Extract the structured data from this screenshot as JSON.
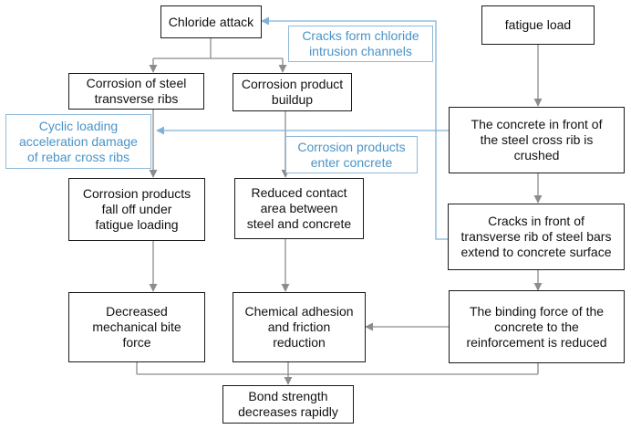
{
  "boxes": {
    "chloride_attack": "Chloride attack",
    "fatigue_load": "fatigue load",
    "corrosion_ribs": "Corrosion of steel\ntransverse ribs",
    "corrosion_buildup": "Corrosion product\nbuildup",
    "concrete_crushed": "The concrete in front of\nthe steel cross rib is\ncrushed",
    "products_fall_off": "Corrosion products\nfall off under\nfatigue loading",
    "reduced_contact": "Reduced contact\narea between\nsteel and concrete",
    "cracks_extend": "Cracks in front of\ntransverse rib of steel bars\nextend to concrete surface",
    "decreased_bite": "Decreased\nmechanical bite\nforce",
    "chemical_adhesion": "Chemical adhesion\nand friction\nreduction",
    "binding_force": "The binding force of the\nconcrete to the\nreinforcement is reduced",
    "bond_strength": "Bond strength\ndecreases rapidly"
  },
  "notes": {
    "cracks_channels": "Cracks form chloride\nintrusion channels",
    "cyclic_loading": "Cyclic loading\nacceleration damage\nof rebar cross ribs",
    "products_enter": "Corrosion products\nenter  concrete"
  },
  "colors": {
    "box_border": "#1a1a1a",
    "connector": "#8c8c8c",
    "feedback": "#7fb2d6",
    "note_text": "#4a93c8"
  }
}
